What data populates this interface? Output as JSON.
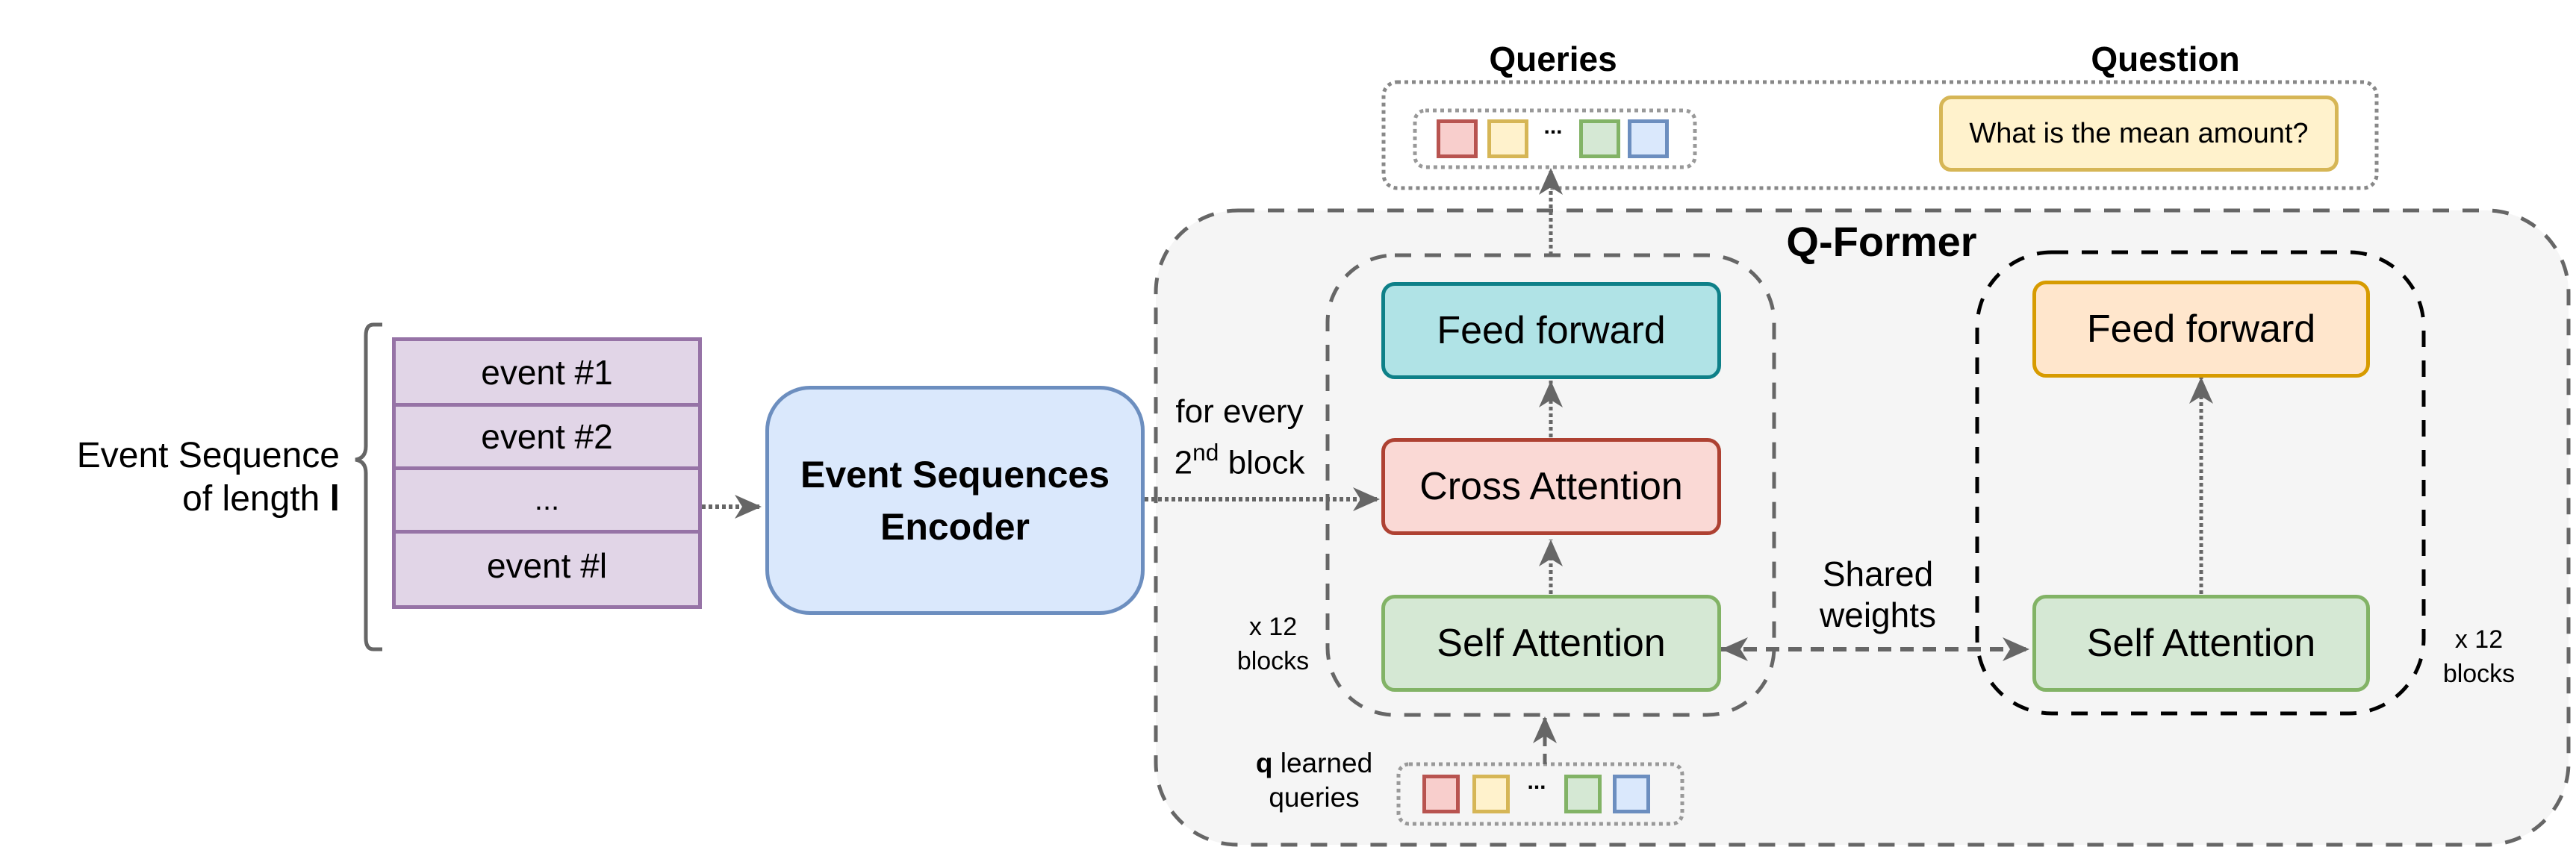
{
  "input": {
    "label_line1": "Event Sequence",
    "label_line2_prefix": "of length ",
    "label_line2_var": "l",
    "events": [
      "event #1",
      "event #2",
      "...",
      "event #l"
    ],
    "event_fill": "#e1d5e7",
    "event_stroke": "#9673a6"
  },
  "encoder": {
    "label_line1": "Event Sequences",
    "label_line2": "Encoder",
    "fill": "#dae8fc",
    "stroke": "#6c8ebf"
  },
  "cross_link": {
    "line1": "for every",
    "line2_num": "2",
    "line2_sup": "nd",
    "line2_rest": " block"
  },
  "qformer": {
    "title": "Q-Former",
    "left_stack": {
      "repeat_line1": "x 12",
      "repeat_line2": "blocks",
      "blocks": [
        {
          "label": "Feed forward",
          "fill": "#b0e3e6",
          "stroke": "#0e8088"
        },
        {
          "label": "Cross Attention",
          "fill": "#fad9d5",
          "stroke": "#ae4132"
        },
        {
          "label": "Self Attention",
          "fill": "#d5e8d4",
          "stroke": "#82b366"
        }
      ]
    },
    "right_stack": {
      "repeat_line1": "x 12",
      "repeat_line2": "blocks",
      "blocks": [
        {
          "label": "Feed forward",
          "fill": "#ffe6cc",
          "stroke": "#d79b00"
        },
        {
          "label": "Self Attention",
          "fill": "#d5e8d4",
          "stroke": "#82b366"
        }
      ]
    },
    "shared_line1": "Shared",
    "shared_line2": "weights",
    "learned_queries": {
      "var": "q",
      "line1_rest": " learned",
      "line2": "queries",
      "ellipsis": "..."
    },
    "background": "#f5f5f5"
  },
  "output": {
    "queries_title": "Queries",
    "question_title": "Question",
    "queries_ellipsis": "...",
    "question_text": "What is the mean amount?",
    "question_fill": "#fff2cc",
    "question_stroke": "#d6b656"
  },
  "tokens": [
    {
      "fill": "#f8cecc",
      "stroke": "#b85450"
    },
    {
      "fill": "#fff2cc",
      "stroke": "#d6b656"
    },
    {
      "fill": "#d5e8d4",
      "stroke": "#82b366"
    },
    {
      "fill": "#dae8fc",
      "stroke": "#6c8ebf"
    }
  ],
  "arrow_color": "#666666"
}
